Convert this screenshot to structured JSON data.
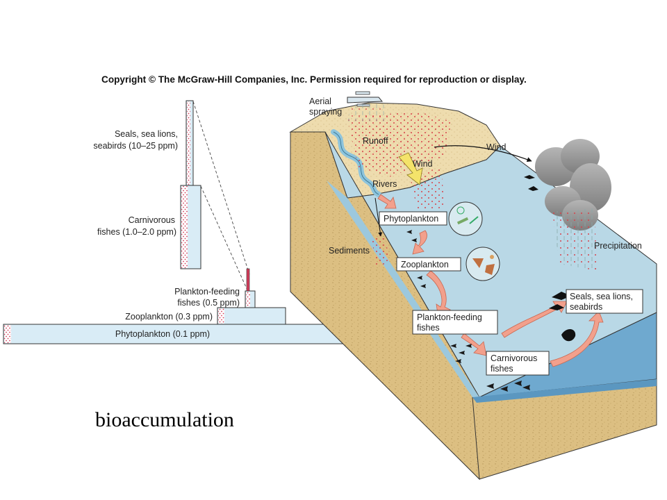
{
  "copyright": "Copyright © The McGraw-Hill Companies, Inc. Permission required for reproduction or display.",
  "caption": "bioaccumulation",
  "pyramid": {
    "seals": {
      "line1": "Seals, sea lions,",
      "line2": "seabirds (10–25 ppm)"
    },
    "carnivorous": {
      "line1": "Carnivorous",
      "line2": "fishes (1.0–2.0 ppm)"
    },
    "plankton_feeding": {
      "line1": "Plankton-feeding",
      "line2": "fishes (0.5 ppm)"
    },
    "zooplankton": "Zooplankton (0.3 ppm)",
    "phytoplankton": "Phytoplankton (0.1 ppm)"
  },
  "block": {
    "aerial": {
      "line1": "Aerial",
      "line2": "spraying"
    },
    "runoff": "Runoff",
    "wind_land": "Wind",
    "wind_right": "Wind",
    "rivers": "Rivers",
    "sediments": "Sediments",
    "precipitation": "Precipitation",
    "box_phyto": "Phytoplankton",
    "box_zoo": "Zooplankton",
    "box_plankton_feeding": {
      "line1": "Plankton-feeding",
      "line2": "fishes"
    },
    "box_carnivorous": {
      "line1": "Carnivorous",
      "line2": "fishes"
    },
    "box_seals": {
      "line1": "Seals, sea lions,",
      "line2": "seabirds"
    }
  },
  "colors": {
    "bar_fill": "#d9ecf6",
    "bar_stroke": "#333333",
    "dots": "#d23c5a",
    "water_surface": "#b9d8e6",
    "water_front": "#6fa9cf",
    "land_top": "#ecd7a3",
    "land_side": "#d8b978",
    "arrow": "#f2a08c",
    "arrow_stroke": "#c96750",
    "wind_arrow": "#f4e36a",
    "cloud": "#9a9a9a"
  }
}
